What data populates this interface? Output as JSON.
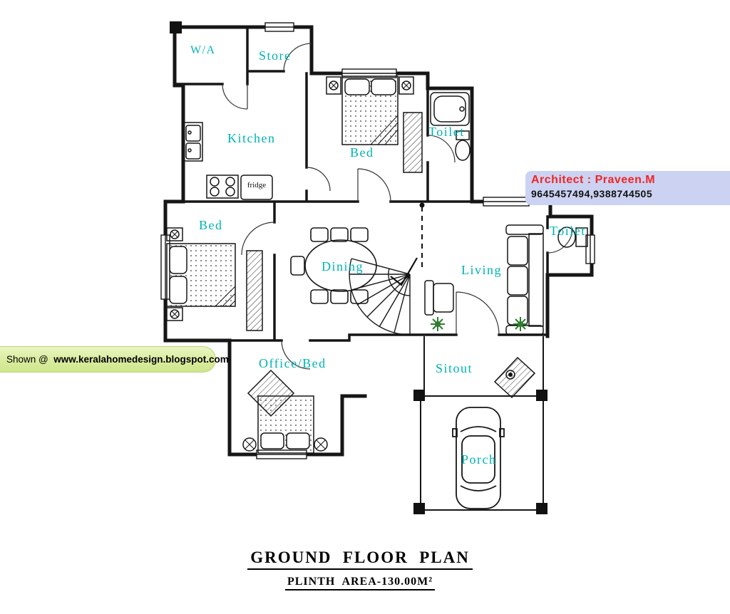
{
  "plan": {
    "label_color": "#00b3b3",
    "rooms": [
      {
        "label": "W/A"
      },
      {
        "label": "Store"
      },
      {
        "label": "Kitchen"
      },
      {
        "label": "Bed"
      },
      {
        "label": "Toilet"
      },
      {
        "label": "Bed"
      },
      {
        "label": "Dining"
      },
      {
        "label": "Living"
      },
      {
        "label": "Toilet"
      },
      {
        "label": "Office/Bed"
      },
      {
        "label": "Sitout"
      },
      {
        "label": "Porch"
      }
    ],
    "fridge_label": "fridge"
  },
  "architect_banner": {
    "title": "Architect : Praveen.M",
    "phone": "9645457494,9388744505",
    "title_color": "#f02525",
    "bg_color": "#ccd2f2"
  },
  "watermark": {
    "prefix": "Shown @  ",
    "url": "www.keralahomedesign.blogspot.com",
    "bg_color": "#d9ec9e"
  },
  "footer": {
    "title": "GROUND  FLOOR  PLAN",
    "subtitle": "PLINTH  AREA-130.00M²"
  }
}
